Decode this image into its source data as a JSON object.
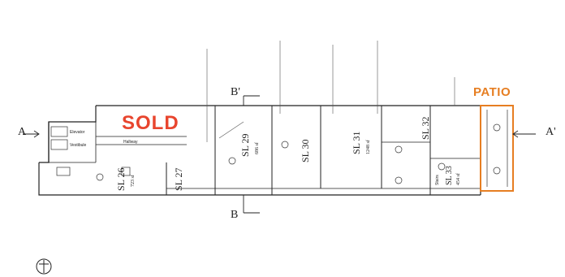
{
  "colors": {
    "accent": "#e8452e",
    "patio": "#e67e22",
    "line": "#222222"
  },
  "labels": {
    "sold": "SOLD",
    "patio": "PATIO"
  },
  "sections": {
    "a_left": "A",
    "a_right": "A'",
    "b_top": "B'",
    "b_bottom": "B"
  },
  "units": [
    {
      "id": "SL 26",
      "area": "723 sf"
    },
    {
      "id": "SL 27",
      "area": ""
    },
    {
      "id": "SL 29",
      "area": "686 sf"
    },
    {
      "id": "SL 30",
      "area": ""
    },
    {
      "id": "SL 31",
      "area": "1248 sf"
    },
    {
      "id": "SL 32",
      "area": ""
    },
    {
      "id": "SL 33",
      "area": "454 sf"
    }
  ],
  "rooms": {
    "elevator": "Elevator",
    "vestibule": "Vestibule",
    "hallway": "Hallway",
    "stairs": "Stairs"
  }
}
